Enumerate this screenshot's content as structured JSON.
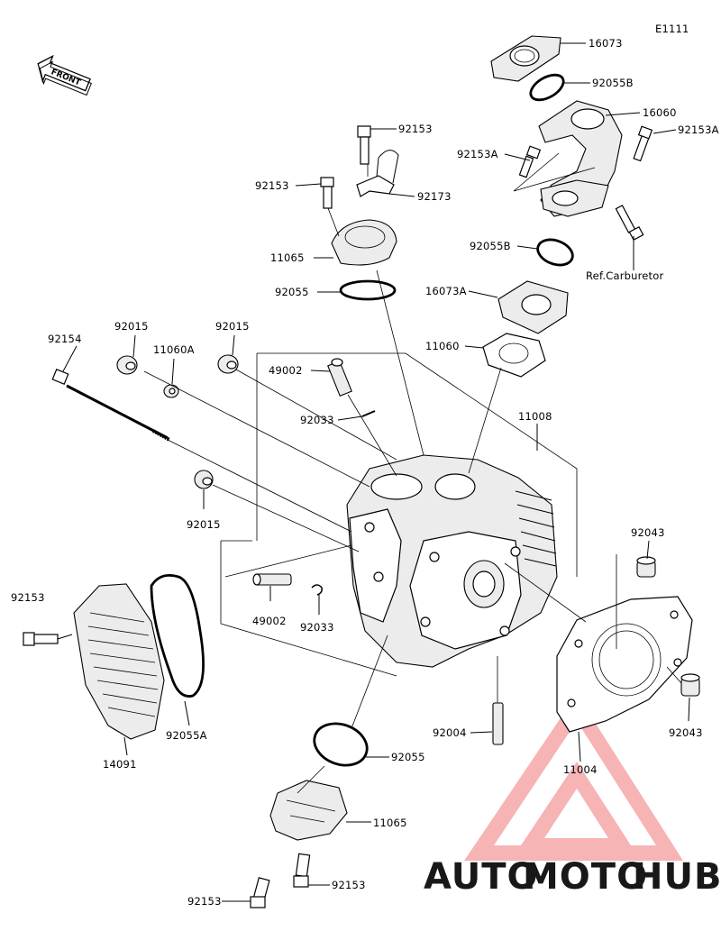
{
  "diagram": {
    "code": "E1111",
    "front_label": "FRONT",
    "ref_note": "Ref.Carburetor"
  },
  "labels": {
    "p16073": "16073",
    "p92055B_top": "92055B",
    "p16060": "16060",
    "p92153A_right": "92153A",
    "p92153A_left": "92153A",
    "p92153_top": "92153",
    "p92173": "92173",
    "p92153_left": "92153",
    "p11065_top": "11065",
    "p92055B_mid": "92055B",
    "p92055_top": "92055",
    "p16073A": "16073A",
    "p92015_a": "92015",
    "p92015_b": "92015",
    "p92154": "92154",
    "p11060A": "11060A",
    "p11060": "11060",
    "p49002_top": "49002",
    "p92033_top": "92033",
    "p11008": "11008",
    "p92015_c": "92015",
    "p92043_top": "92043",
    "p92153_side": "92153",
    "p49002_mid": "49002",
    "p92033_mid": "92033",
    "p92055A": "92055A",
    "p14091": "14091",
    "p92004": "92004",
    "p92043_right": "92043",
    "p11004": "11004",
    "p92055_bottom": "92055",
    "p11065_bottom": "11065",
    "p92153_bottom_right": "92153",
    "p92153_bottom_left": "92153"
  },
  "watermark": {
    "part1": "AUTO",
    "part2": "MOTO",
    "part3": "HUB",
    "color_orange": "#f0a23c",
    "color_red": "#e8323a",
    "color_gray": "#9a9a9a"
  }
}
